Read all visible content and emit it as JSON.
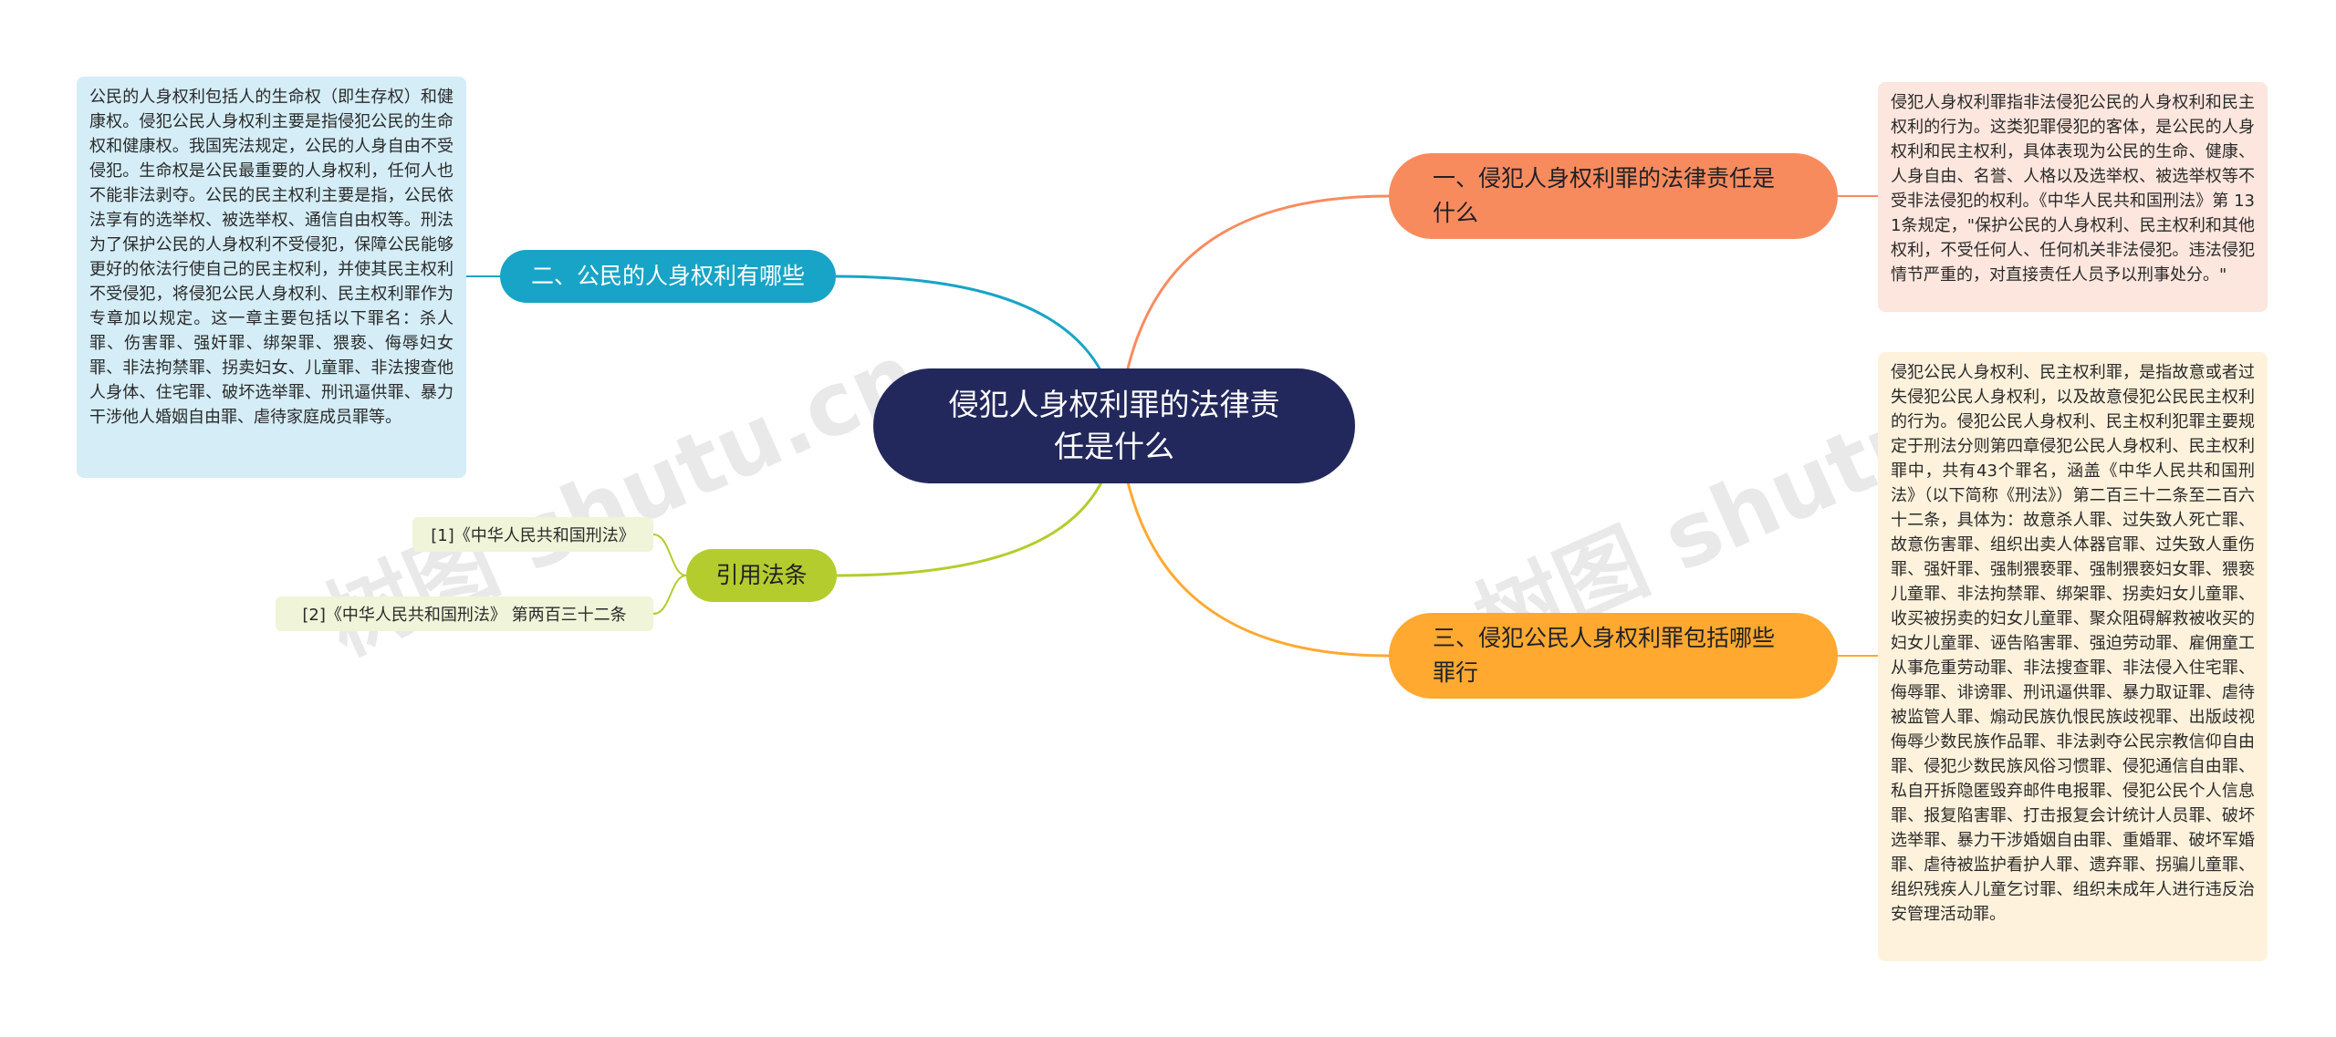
{
  "central": {
    "title": "侵犯人身权利罪的法律责任是什么"
  },
  "branches": {
    "b1": {
      "label": "一、侵犯人身权利罪的法律责任是什么",
      "note": "侵犯人身权利罪指非法侵犯公民的人身权利和民主权利的行为。这类犯罪侵犯的客体，是公民的人身权利和民主权利，具体表现为公民的生命、健康、人身自由、名誉、人格以及选举权、被选举权等不受非法侵犯的权利。《中华人民共和国刑法》第 131条规定，\"保护公民的人身权利、民主权利和其他权利，不受任何人、任何机关非法侵犯。违法侵犯情节严重的，对直接责任人员予以刑事处分。\""
    },
    "b2": {
      "label": "二、公民的人身权利有哪些",
      "note": "公民的人身权利包括人的生命权（即生存权）和健康权。侵犯公民人身权利主要是指侵犯公民的生命权和健康权。我国宪法规定，公民的人身自由不受侵犯。生命权是公民最重要的人身权利，任何人也不能非法剥夺。公民的民主权利主要是指，公民依法享有的选举权、被选举权、通信自由权等。刑法为了保护公民的人身权利不受侵犯，保障公民能够更好的依法行使自己的民主权利，并使其民主权利不受侵犯，将侵犯公民人身权利、民主权利罪作为专章加以规定。这一章主要包括以下罪名：杀人罪、伤害罪、强奸罪、绑架罪、猥亵、侮辱妇女罪、非法拘禁罪、拐卖妇女、儿童罪、非法搜查他人身体、住宅罪、破坏选举罪、刑讯逼供罪、暴力干涉他人婚姻自由罪、虐待家庭成员罪等。"
    },
    "b3": {
      "label": "三、侵犯公民人身权利罪包括哪些罪行",
      "note": "侵犯公民人身权利、民主权利罪，是指故意或者过失侵犯公民人身权利，以及故意侵犯公民民主权利的行为。侵犯公民人身权利、民主权利犯罪主要规定于刑法分则第四章侵犯公民人身权利、民主权利罪中，共有43个罪名，涵盖《中华人民共和国刑法》（以下简称《刑法》）第二百三十二条至二百六十二条，具体为：故意杀人罪、过失致人死亡罪、故意伤害罪、组织出卖人体器官罪、过失致人重伤罪、强奸罪、强制猥亵罪、强制猥亵妇女罪、猥亵儿童罪、非法拘禁罪、绑架罪、拐卖妇女儿童罪、收买被拐卖的妇女儿童罪、聚众阻碍解救被收买的妇女儿童罪、诬告陷害罪、强迫劳动罪、雇佣童工从事危重劳动罪、非法搜查罪、非法侵入住宅罪、侮辱罪、诽谤罪、刑讯逼供罪、暴力取证罪、虐待被监管人罪、煽动民族仇恨民族歧视罪、出版歧视侮辱少数民族作品罪、非法剥夺公民宗教信仰自由罪、侵犯少数民族风俗习惯罪、侵犯通信自由罪、私自开拆隐匿毁弃邮件电报罪、侵犯公民个人信息罪、报复陷害罪、打击报复会计统计人员罪、破坏选举罪、暴力干涉婚姻自由罪、重婚罪、破坏军婚罪、虐待被监护看护人罪、遗弃罪、拐骗儿童罪、组织残疾人儿童乞讨罪、组织未成年人进行违反治安管理活动罪。"
    },
    "b4": {
      "label": "引用法条",
      "leaves": [
        "[1]《中华人民共和国刑法》",
        "[2]《中华人民共和国刑法》 第两百三十二条"
      ]
    }
  },
  "watermark": "树图 shutu.cn",
  "colors": {
    "central": "#23285c",
    "branch1": "#f88b5e",
    "branch2": "#18a4c6",
    "branch3": "#ffa931",
    "branch4": "#b4cc2d"
  }
}
